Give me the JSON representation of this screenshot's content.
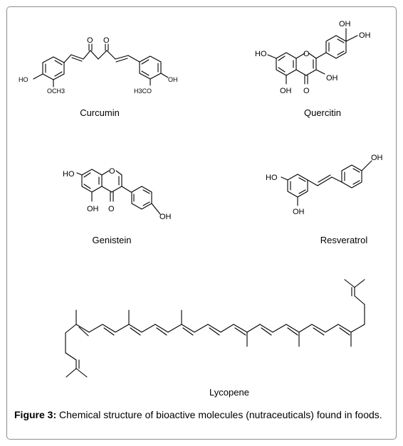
{
  "figure": {
    "molecules": {
      "curcumin": "Curcumin",
      "quercitin": "Quercitin",
      "genistein": "Genistein",
      "resveratrol": "Resveratrol",
      "lycopene": "Lycopene"
    },
    "atom_labels": {
      "curcumin_o1": "O",
      "curcumin_o2": "O",
      "curcumin_ho": "HO",
      "curcumin_och3": "OCH3",
      "curcumin_h3co": "H3CO",
      "curcumin_oh": "OH",
      "quercitin_oh_top": "OH",
      "quercitin_oh_right": "OH",
      "quercitin_ho": "HO",
      "quercitin_o_ring": "O",
      "quercitin_oh_3": "OH",
      "quercitin_oh_5": "OH",
      "quercitin_o_keto": "O",
      "genistein_ho": "HO",
      "genistein_o_ring": "O",
      "genistein_oh_5": "OH",
      "genistein_o_keto": "O",
      "genistein_oh_4p": "OH",
      "resveratrol_oh_4p": "OH",
      "resveratrol_ho": "HO",
      "resveratrol_oh_5": "OH"
    },
    "caption_label": "Figure 3:",
    "caption_text": " Chemical structure of bioactive molecules (nutraceuticals) found in foods."
  }
}
